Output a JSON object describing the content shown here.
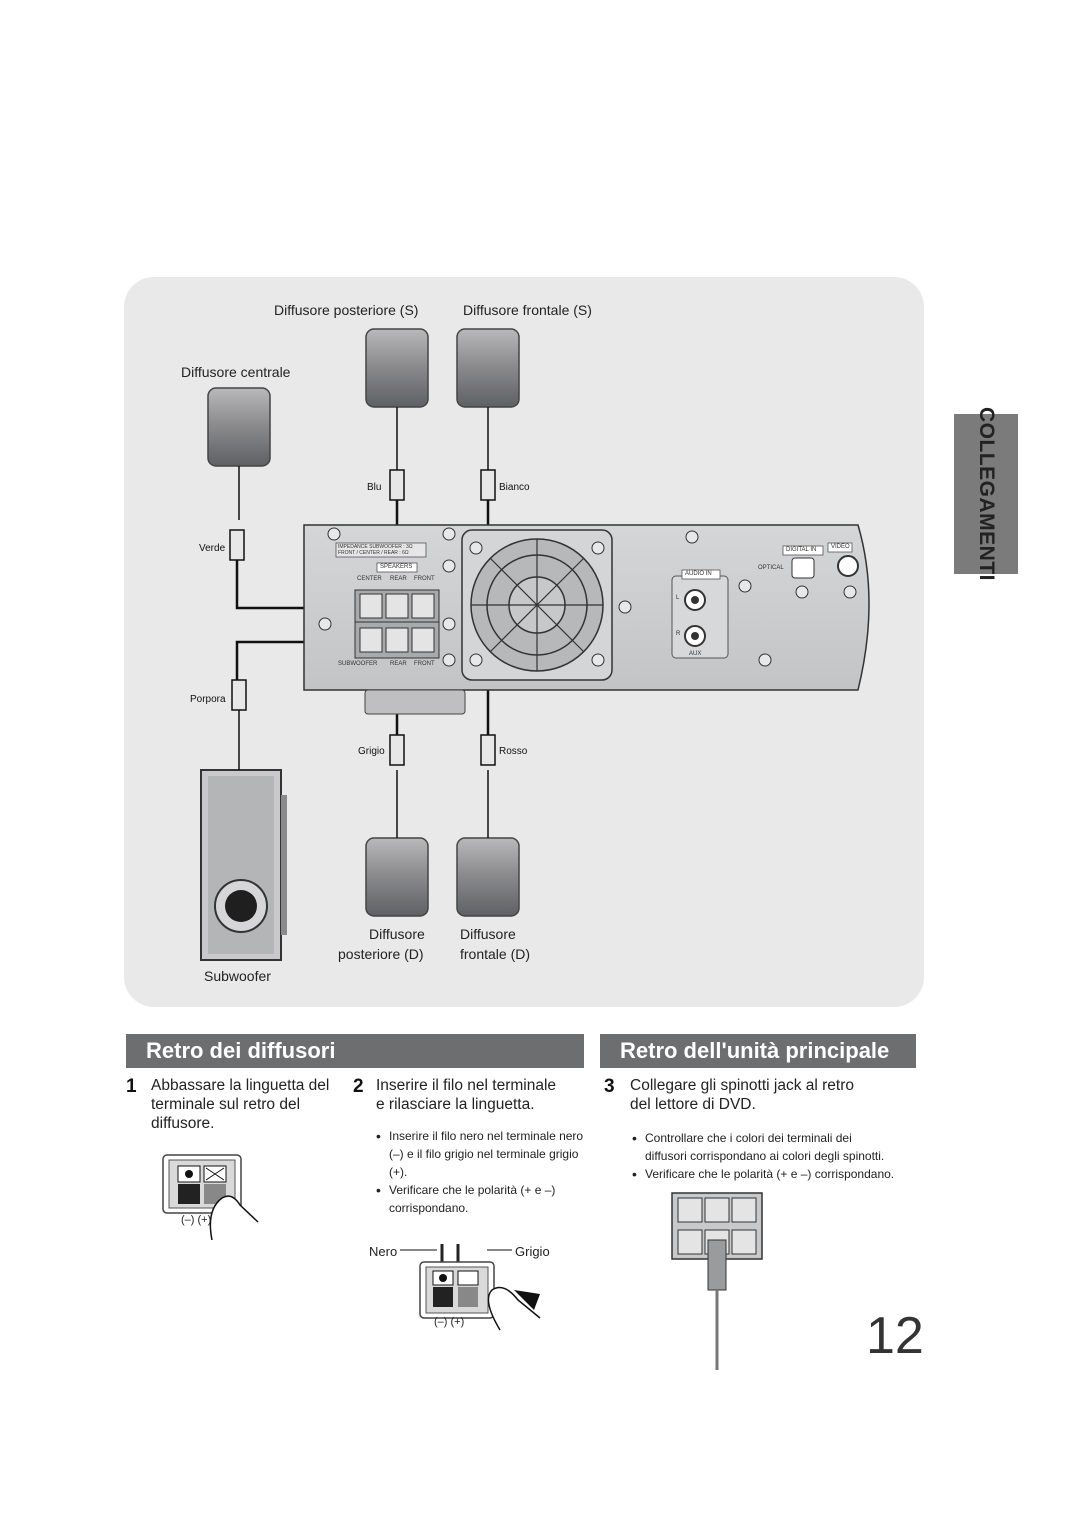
{
  "side_tab": "COLLEGAMENTI",
  "diagram": {
    "rear_left_label": "Diffusore posteriore (S)",
    "front_left_label": "Diffusore frontale (S)",
    "center_label": "Diffusore centrale",
    "rear_right_label_1": "Diffusore",
    "rear_right_label_2": "posteriore (D)",
    "front_right_label_1": "Diffusore",
    "front_right_label_2": "frontale (D)",
    "subwoofer_label": "Subwoofer",
    "wire_colors": {
      "blu": "Blu",
      "bianco": "Bianco",
      "verde": "Verde",
      "porpora": "Porpora",
      "grigio": "Grigio",
      "rosso": "Rosso"
    },
    "unit": {
      "impedance_1": "IMPEDANCE SUBWOOFER : 3Ω",
      "impedance_2": "FRONT / CENTER / REAR : 6Ω",
      "speakers": "SPEAKERS",
      "center": "CENTER",
      "rear": "REAR",
      "front": "FRONT",
      "subwoofer": "SUBWOOFER",
      "rear2": "REAR",
      "front2": "FRONT",
      "digital_in": "DIGITAL IN",
      "video": "VIDEO",
      "optical": "OPTICAL",
      "audio_in": "AUDIO IN",
      "aux": "AUX",
      "l": "L",
      "r": "R"
    }
  },
  "sections": {
    "left_title": "Retro dei diffusori",
    "right_title": "Retro dell'unità principale"
  },
  "steps": [
    {
      "num": "1",
      "lines": [
        "Abbassare la linguetta del",
        "terminale sul retro del",
        "diffusore."
      ]
    },
    {
      "num": "2",
      "lines": [
        "Inserire il filo nel terminale",
        "e rilasciare la linguetta."
      ]
    },
    {
      "num": "3",
      "lines": [
        "Collegare gli spinotti jack al retro",
        "del lettore di DVD."
      ]
    }
  ],
  "step2_bullets": [
    [
      "Inserire il filo nero nel terminale nero",
      "(–) e il filo grigio nel terminale grigio",
      "(+)."
    ],
    [
      "Verificare che le polarità (+ e –)",
      "corrispondano."
    ]
  ],
  "step3_bullets": [
    [
      "Controllare che i colori dei terminali dei",
      "diffusori corrispondano ai colori degli spinotti."
    ],
    [
      "Verificare che le polarità (+ e –) corrispondano."
    ]
  ],
  "terminal_labels": {
    "minus_plus": "(–) (+)",
    "nero": "Nero",
    "grigio": "Grigio"
  },
  "page_number": "12"
}
